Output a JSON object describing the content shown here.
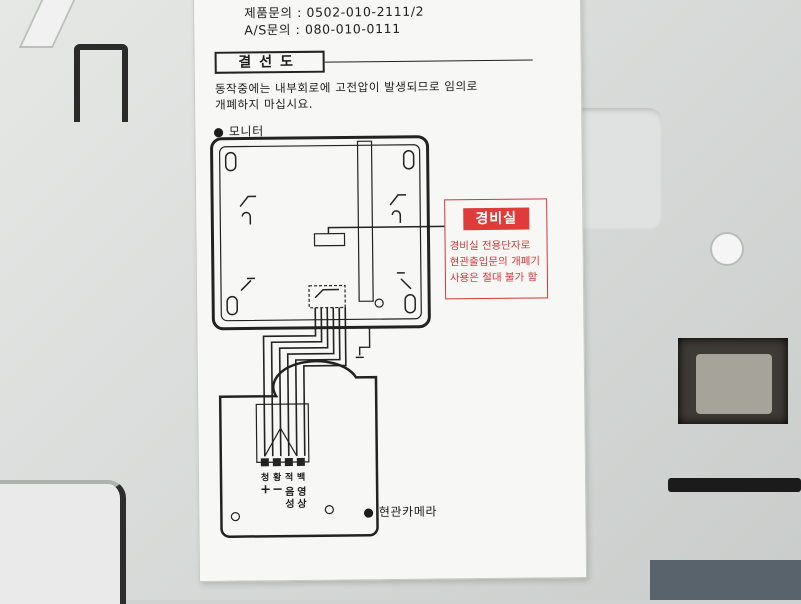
{
  "label": {
    "contact_line_1": "제품문의 : 0502-010-2111/2",
    "contact_line_2": "A/S문의 : 080-010-0111",
    "title": "결선도",
    "warning_line_1": "동작중에는 내부회로에 고전압이 발생되므로 임의로",
    "warning_line_2": "개폐하지 마십시요.",
    "monitor_label": "● 모니터",
    "camera_label": "● 현관카메라",
    "security": {
      "title": "경비실",
      "line_1": "경비실 전용단자로",
      "line_2": "현관출입문의 개폐기",
      "line_3": "사용은 절대 불가 함"
    },
    "terminals": {
      "top": [
        "청",
        "황",
        "적",
        "백"
      ],
      "signs": [
        "+",
        "−"
      ],
      "row_1": [
        "음",
        "영"
      ],
      "row_2": [
        "성",
        "상"
      ]
    }
  },
  "colors": {
    "housing": "#dcdedc",
    "label": "#f7f7f5",
    "accent_red": "#e03b3b"
  }
}
